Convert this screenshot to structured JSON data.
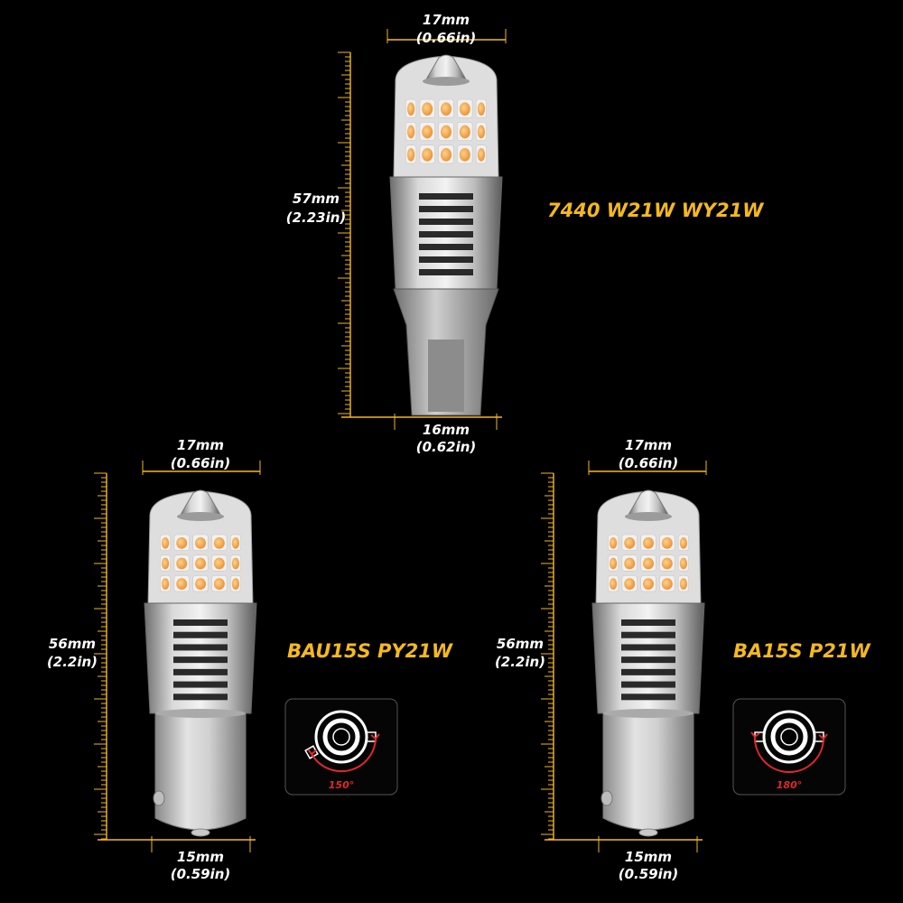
{
  "colors": {
    "background": "#000000",
    "accent_gold": "#f5b91c",
    "led_amber": "#f4a23a",
    "aluminum": "#b9b9b9",
    "arrow_red": "#e0282a"
  },
  "bulbs": [
    {
      "model": "7440 W21W WY21W",
      "width_mm": "17mm",
      "width_in": "(0.66in)",
      "height_mm": "57mm",
      "height_in": "(2.23in)",
      "base_mm": "16mm",
      "base_in": "(0.62in)",
      "base_type": "wedge"
    },
    {
      "model": "BAU15S PY21W",
      "width_mm": "17mm",
      "width_in": "(0.66in)",
      "height_mm": "56mm",
      "height_in": "(2.2in)",
      "base_mm": "15mm",
      "base_in": "(0.59in)",
      "base_type": "bayonet",
      "pin_angle": "150°"
    },
    {
      "model": "BA15S P21W",
      "width_mm": "17mm",
      "width_in": "(0.66in)",
      "height_mm": "56mm",
      "height_in": "(2.2in)",
      "base_mm": "15mm",
      "base_in": "(0.59in)",
      "base_type": "bayonet",
      "pin_angle": "180°"
    }
  ]
}
